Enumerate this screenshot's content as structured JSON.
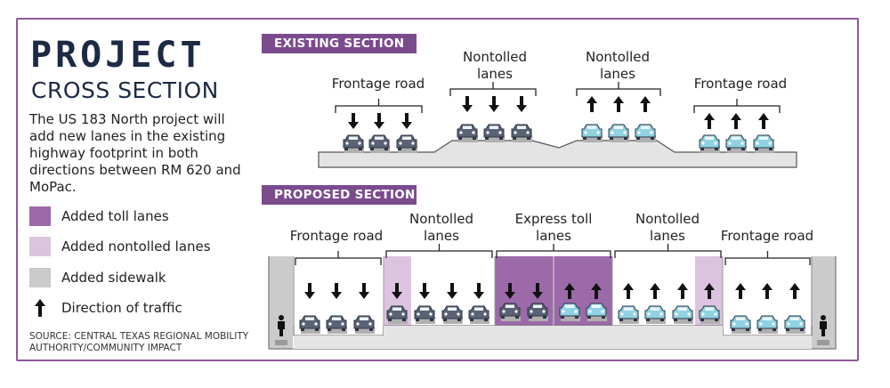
{
  "title": "PROJECT",
  "subtitle": "CROSS SECTION",
  "description": "The US 183 North project will add new lanes in the existing highway footprint in both directions between RM 620 and MoPac.",
  "legend": [
    {
      "label": "Added toll lanes",
      "swatch": "toll",
      "color": "#9c6aa9"
    },
    {
      "label": "Added nontolled lanes",
      "swatch": "nontoll",
      "color": "#dcc4e0"
    },
    {
      "label": "Added sidewalk",
      "swatch": "sidewalk",
      "color": "#cbcbcb"
    },
    {
      "label": "Direction of traffic",
      "swatch": "arrow-up-icon"
    }
  ],
  "source": "SOURCE: CENTRAL TEXAS REGIONAL MOBILITY AUTHORITY/COMMUNITY IMPACT",
  "existing": {
    "tag": "EXISTING SECTION",
    "groups": [
      {
        "label": [
          "Frontage road"
        ],
        "direction": "down"
      },
      {
        "label": [
          "Nontolled",
          "lanes"
        ],
        "direction": "down"
      },
      {
        "label": [
          "Nontolled",
          "lanes"
        ],
        "direction": "up"
      },
      {
        "label": [
          "Frontage road"
        ],
        "direction": "up"
      }
    ]
  },
  "proposed": {
    "tag": "PROPOSED SECTION",
    "groups": [
      {
        "label": [
          "Frontage road"
        ],
        "direction": "down"
      },
      {
        "label": [
          "Nontolled",
          "lanes"
        ],
        "direction": "down"
      },
      {
        "label": [
          "Express toll",
          "lanes"
        ],
        "direction": "both"
      },
      {
        "label": [
          "Nontolled",
          "lanes"
        ],
        "direction": "up"
      },
      {
        "label": [
          "Frontage road"
        ],
        "direction": "up"
      }
    ]
  },
  "colors": {
    "frame": "#8e5a99",
    "toll": "#9c6aa9",
    "nontoll": "#dcc4e0",
    "sidewalk": "#cbcbcb",
    "road": "#e4e4e4",
    "car_down": "#5a6275",
    "car_up": "#8fd2e2",
    "title": "#1c2a44"
  }
}
